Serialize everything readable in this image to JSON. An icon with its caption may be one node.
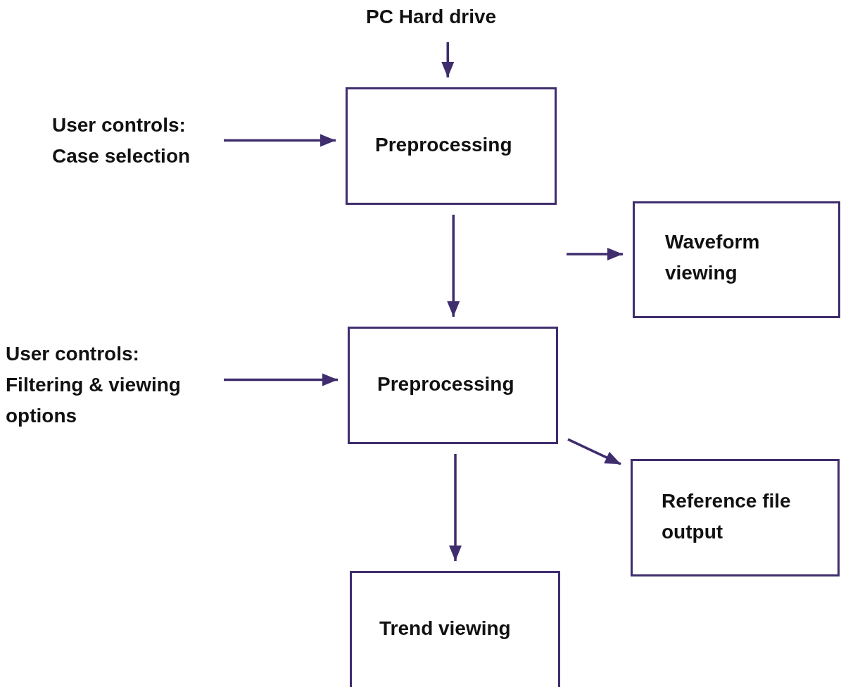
{
  "diagram": {
    "nodes": [
      {
        "text": [
          "PC Hard drive"
        ]
      },
      {
        "text": [
          "User controls: Case selection"
        ]
      },
      {
        "text": [
          "Preprocessing"
        ]
      },
      {
        "text": [
          "Waveform viewing"
        ]
      },
      {
        "text": [
          "User controls: Filtering & viewing options"
        ]
      },
      {
        "text": [
          "Preprocessing"
        ]
      },
      {
        "text": [
          "Reference file output"
        ]
      },
      {
        "text": [
          "Trend viewing"
        ]
      }
    ],
    "edges": [
      {
        "from": 0,
        "to": 2,
        "arrow": "to"
      },
      {
        "from": 1,
        "to": 2,
        "arrow": "to"
      },
      {
        "from": 2,
        "to": 3,
        "arrow": "to"
      },
      {
        "from": 2,
        "to": 5,
        "arrow": "to"
      },
      {
        "from": 4,
        "to": 5,
        "arrow": "to"
      },
      {
        "from": 5,
        "to": 6,
        "arrow": "to"
      },
      {
        "from": 5,
        "to": 7,
        "arrow": "to"
      }
    ]
  }
}
